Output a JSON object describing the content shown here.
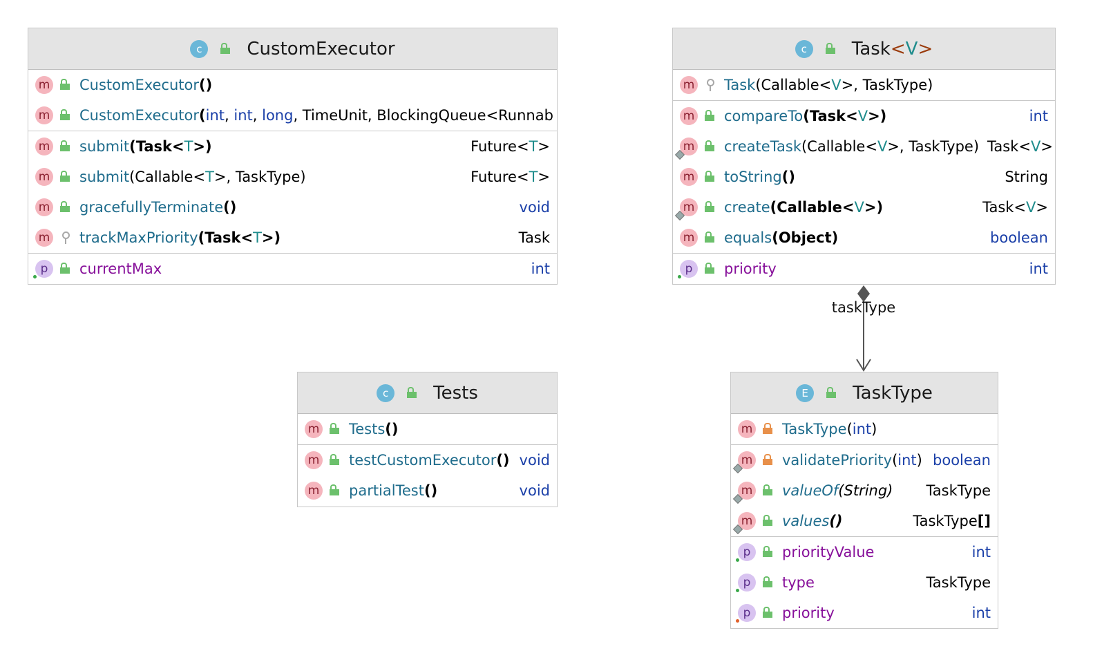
{
  "classes": {
    "custom_executor": {
      "name": "CustomExecutor",
      "kind": "C",
      "rows": {
        "r0": {
          "name": "CustomExecutor",
          "params": "()"
        },
        "r1": {
          "name": "CustomExecutor",
          "p1": "int",
          "p2": "int",
          "p3": "long",
          "p4": ", TimeUnit, BlockingQueue<Runnab"
        },
        "r2": {
          "name": "submit",
          "params_a": "(Task<",
          "params_t": "T",
          "params_b": ">)",
          "ret_a": "Future<",
          "ret_t": "T",
          "ret_b": ">"
        },
        "r3": {
          "name": "submit",
          "params_a": "(Callable<",
          "params_t": "T",
          "params_b": ">, TaskType)",
          "ret_a": "Future<",
          "ret_t": "T",
          "ret_b": ">"
        },
        "r4": {
          "name": "gracefullyTerminate",
          "params": "()",
          "ret": "void"
        },
        "r5": {
          "name": "trackMaxPriority",
          "params_a": "(Task<",
          "params_t": "T",
          "params_b": ">)",
          "ret": "Task"
        },
        "r6": {
          "name": "currentMax",
          "ret": "int"
        }
      }
    },
    "task": {
      "name_a": "Task",
      "name_lt": "<",
      "name_v": "V",
      "name_gt": ">",
      "kind": "C",
      "rows": {
        "r0": {
          "name": "Task",
          "params_a": "(Callable<",
          "params_t": "V",
          "params_b": ">, TaskType)"
        },
        "r1": {
          "name": "compareTo",
          "params_a": "(Task<",
          "params_t": "V",
          "params_b": ">)",
          "ret": "int"
        },
        "r2": {
          "name": "createTask",
          "params_a": "(Callable<",
          "params_t": "V",
          "params_b": ">, TaskType)",
          "ret_a": "Task<",
          "ret_t": "V",
          "ret_b": ">"
        },
        "r3": {
          "name": "toString",
          "params": "()",
          "ret": "String"
        },
        "r4": {
          "name": "create",
          "params_a": "(Callable<",
          "params_t": "V",
          "params_b": ">)",
          "ret_a": "Task<",
          "ret_t": "V",
          "ret_b": ">"
        },
        "r5": {
          "name": "equals",
          "params": "(Object)",
          "ret": "boolean"
        },
        "r6": {
          "name": "priority",
          "ret": "int"
        }
      }
    },
    "tests": {
      "name": "Tests",
      "kind": "C",
      "rows": {
        "r0": {
          "name": "Tests",
          "params": "()"
        },
        "r1": {
          "name": "testCustomExecutor",
          "params": "()",
          "ret": "void"
        },
        "r2": {
          "name": "partialTest",
          "params": "()",
          "ret": "void"
        }
      }
    },
    "task_type": {
      "name": "TaskType",
      "kind": "E",
      "rows": {
        "r0": {
          "name": "TaskType",
          "params_a": "(",
          "params_kw": "int",
          "params_b": ")"
        },
        "r1": {
          "name": "validatePriority",
          "params_a": "(",
          "params_kw": "int",
          "params_b": ")",
          "ret": "boolean"
        },
        "r2": {
          "name": "valueOf",
          "params": "(String)",
          "ret": "TaskType"
        },
        "r3": {
          "name": "values",
          "params": "()",
          "ret_a": "TaskType",
          "ret_b": "[]"
        },
        "r4": {
          "name": "priorityValue",
          "ret": "int"
        },
        "r5": {
          "name": "type",
          "ret": "TaskType"
        },
        "r6": {
          "name": "priority",
          "ret": "int"
        }
      }
    }
  },
  "icons": {
    "method": "m",
    "property": "p"
  },
  "relation": {
    "label": "taskType",
    "from": "Task<V>",
    "to": "TaskType",
    "type": "composition"
  }
}
